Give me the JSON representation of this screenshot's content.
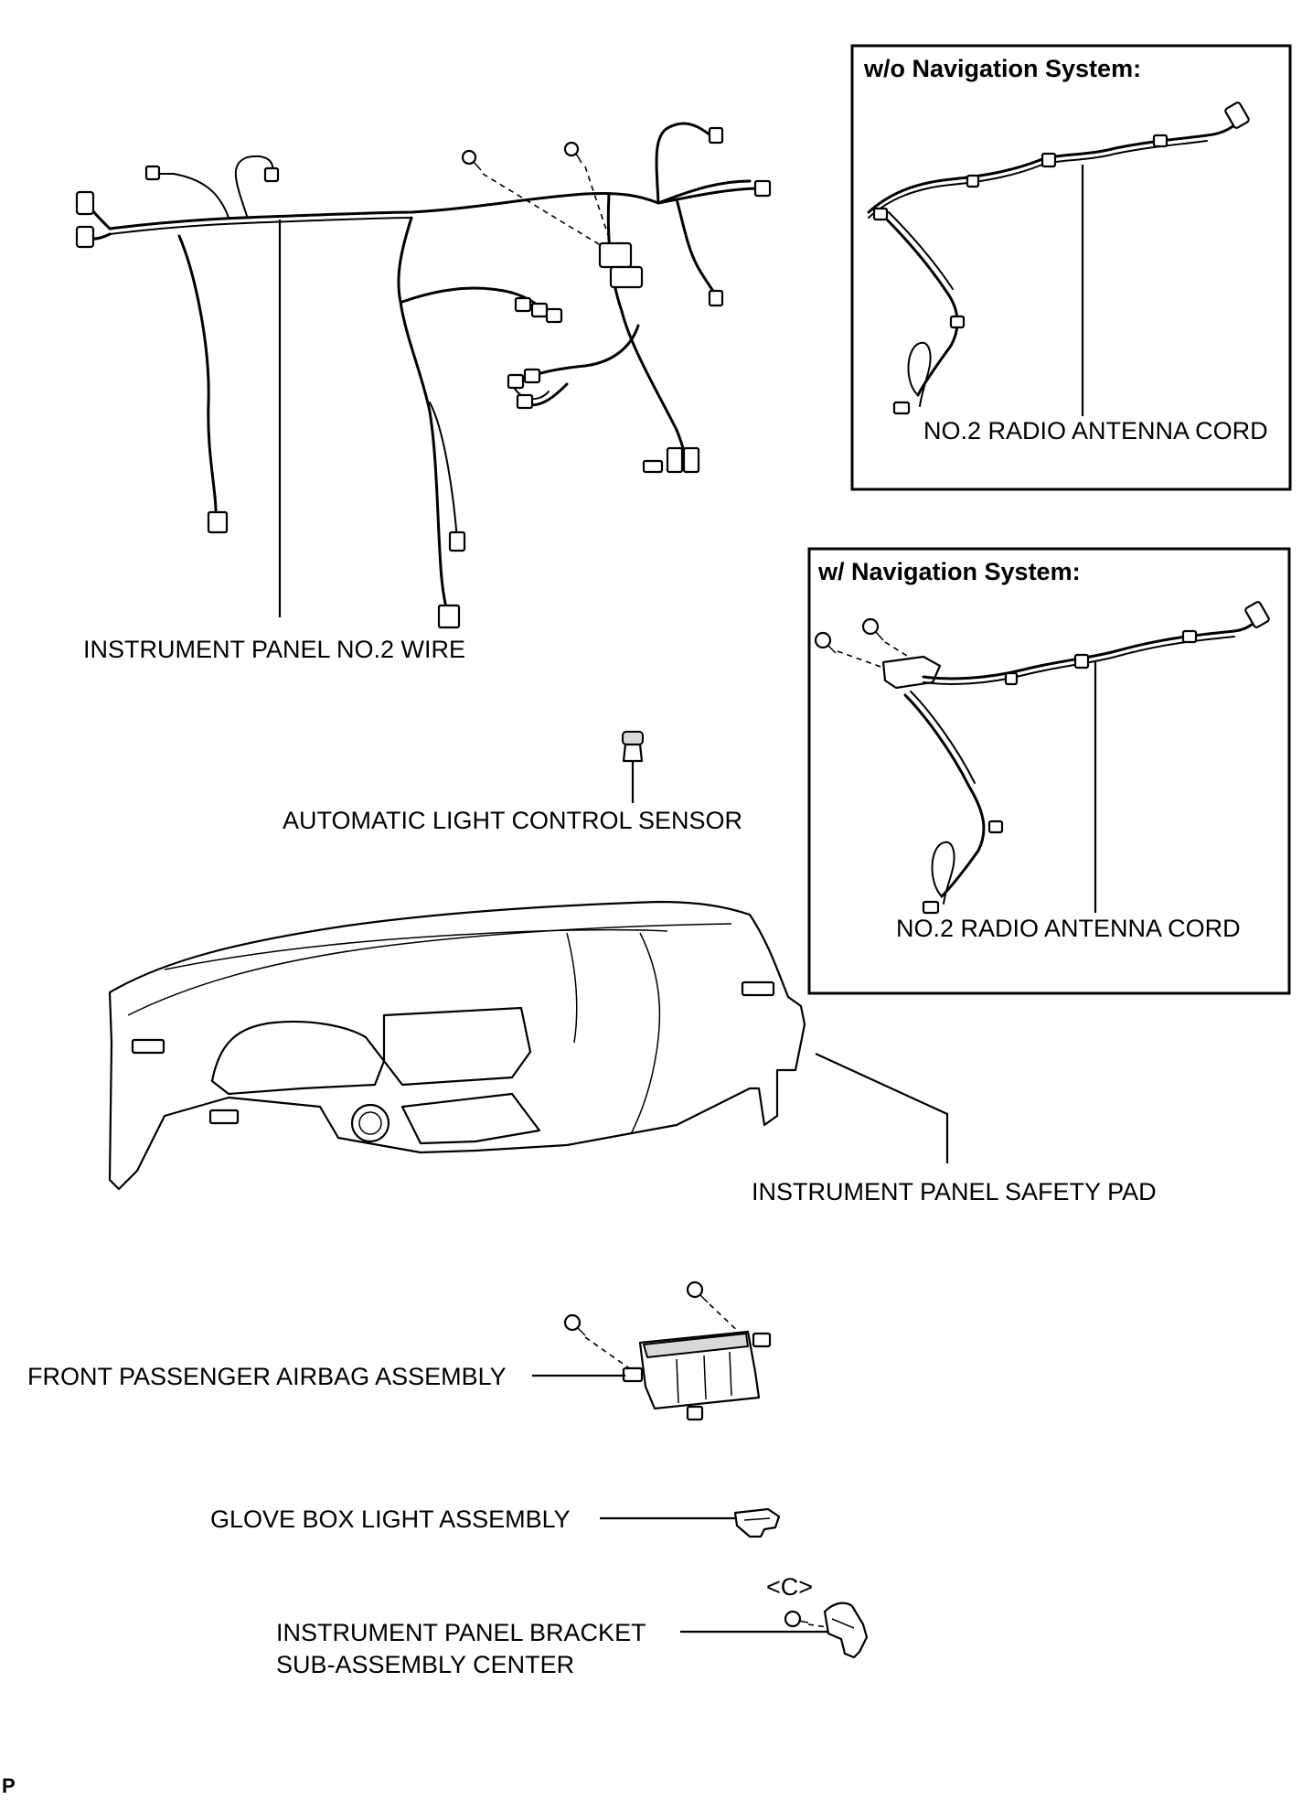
{
  "labels": {
    "wire": "INSTRUMENT PANEL NO.2 WIRE",
    "sensor": "AUTOMATIC LIGHT CONTROL SENSOR",
    "safety_pad": "INSTRUMENT PANEL SAFETY PAD",
    "airbag": "FRONT PASSENGER AIRBAG ASSEMBLY",
    "glove_light": "GLOVE BOX LIGHT ASSEMBLY",
    "bracket_line1": "INSTRUMENT PANEL BRACKET",
    "bracket_line2": "SUB-ASSEMBLY CENTER",
    "bracket_code": "<C>",
    "page_mark": "P"
  },
  "boxes": {
    "without_nav": {
      "title": "w/o Navigation System:",
      "cord_label": "NO.2 RADIO ANTENNA CORD"
    },
    "with_nav": {
      "title": "w/ Navigation System:",
      "cord_label": "NO.2 RADIO ANTENNA CORD"
    }
  }
}
